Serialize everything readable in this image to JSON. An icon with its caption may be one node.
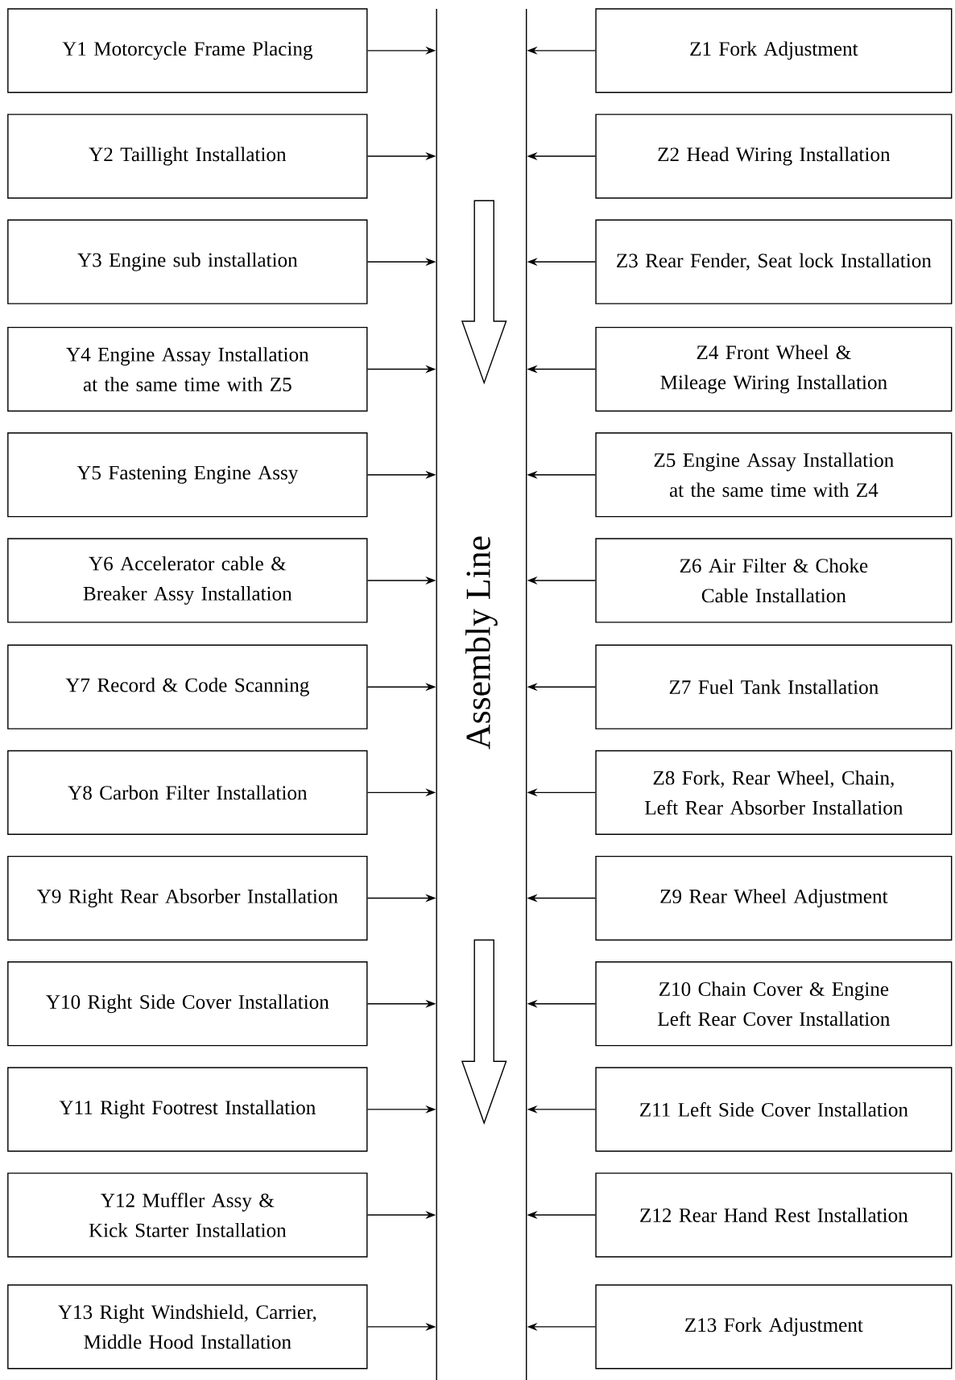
{
  "diagram": {
    "nodes": [
      {
        "text": [
          "Assembly Line"
        ]
      },
      {
        "text": [
          "Y1 Motorcycle Frame Placing"
        ]
      },
      {
        "text": [
          "Y2 Taillight Installation"
        ]
      },
      {
        "text": [
          "Y3 Engine sub installation"
        ]
      },
      {
        "text": [
          "Y4 Engine Assay Installation at the same time with Z5"
        ]
      },
      {
        "text": [
          "Y5 Fastening Engine Assy"
        ]
      },
      {
        "text": [
          "Y6 Accelerator cable & Breaker Assy Installation"
        ]
      },
      {
        "text": [
          "Y7 Record & Code Scanning"
        ]
      },
      {
        "text": [
          "Y8 Carbon Filter Installation"
        ]
      },
      {
        "text": [
          "Y9 Right Rear Absorber Installation"
        ]
      },
      {
        "text": [
          "Y10 Right Side Cover Installation"
        ]
      },
      {
        "text": [
          "Y11 Right Footrest Installation"
        ]
      },
      {
        "text": [
          "Y12 Muffler Assy & Kick Starter Installation"
        ]
      },
      {
        "text": [
          "Y13 Right Windshield, Carrier, Middle Hood Installation"
        ]
      },
      {
        "text": [
          "Z1 Fork Adjustment"
        ]
      },
      {
        "text": [
          "Z2 Head Wiring Installation"
        ]
      },
      {
        "text": [
          "Z3 Rear Fender, Seat lock Installation"
        ]
      },
      {
        "text": [
          "Z4 Front Wheel & Mileage Wiring Installation"
        ]
      },
      {
        "text": [
          "Z5 Engine Assay Installation at the same time with Z4"
        ]
      },
      {
        "text": [
          "Z6 Air Filter & Choke Cable Installation"
        ]
      },
      {
        "text": [
          "Z7 Fuel Tank Installation"
        ]
      },
      {
        "text": [
          "Z8 Fork, Rear Wheel, Chain, Left Rear Absorber Installation"
        ]
      },
      {
        "text": [
          "Z9 Rear Wheel Adjustment"
        ]
      },
      {
        "text": [
          "Z10 Chain Cover & Engine Left Rear Cover Installation"
        ]
      },
      {
        "text": [
          "Z11 Left Side Cover Installation"
        ]
      },
      {
        "text": [
          "Z12 Rear Hand Rest Installation"
        ]
      },
      {
        "text": [
          "Z13 Fork Adjustment"
        ]
      }
    ],
    "edges": [
      {
        "from": 1,
        "to": 0,
        "arrow": "to"
      },
      {
        "from": 2,
        "to": 0,
        "arrow": "to"
      },
      {
        "from": 3,
        "to": 0,
        "arrow": "to"
      },
      {
        "from": 4,
        "to": 0,
        "arrow": "to"
      },
      {
        "from": 5,
        "to": 0,
        "arrow": "to"
      },
      {
        "from": 6,
        "to": 0,
        "arrow": "to"
      },
      {
        "from": 7,
        "to": 0,
        "arrow": "to"
      },
      {
        "from": 8,
        "to": 0,
        "arrow": "to"
      },
      {
        "from": 9,
        "to": 0,
        "arrow": "to"
      },
      {
        "from": 10,
        "to": 0,
        "arrow": "to"
      },
      {
        "from": 11,
        "to": 0,
        "arrow": "to"
      },
      {
        "from": 12,
        "to": 0,
        "arrow": "to"
      },
      {
        "from": 13,
        "to": 0,
        "arrow": "to"
      },
      {
        "from": 14,
        "to": 0,
        "arrow": "to"
      },
      {
        "from": 15,
        "to": 0,
        "arrow": "to"
      },
      {
        "from": 16,
        "to": 0,
        "arrow": "to"
      },
      {
        "from": 17,
        "to": 0,
        "arrow": "to"
      },
      {
        "from": 18,
        "to": 0,
        "arrow": "to"
      },
      {
        "from": 19,
        "to": 0,
        "arrow": "to"
      },
      {
        "from": 20,
        "to": 0,
        "arrow": "to"
      },
      {
        "from": 21,
        "to": 0,
        "arrow": "to"
      },
      {
        "from": 22,
        "to": 0,
        "arrow": "to"
      },
      {
        "from": 23,
        "to": 0,
        "arrow": "to"
      },
      {
        "from": 24,
        "to": 0,
        "arrow": "to"
      },
      {
        "from": 25,
        "to": 0,
        "arrow": "to"
      },
      {
        "from": 26,
        "to": 0,
        "arrow": "to"
      }
    ]
  }
}
